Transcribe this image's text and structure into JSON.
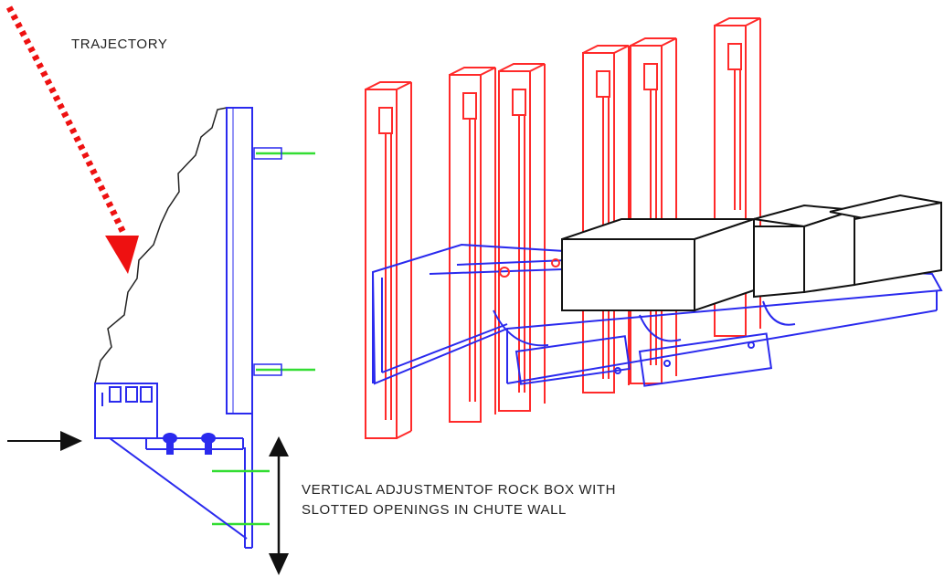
{
  "labels": {
    "trajectory": "TRAJECTORY",
    "adjustment_line1": "VERTICAL ADJUSTMENTOF ROCK BOX WITH",
    "adjustment_line2": "SLOTTED OPENINGS IN CHUTE WALL"
  },
  "colors": {
    "slot_plate": "#ff2a2a",
    "bracket": "#2a2aee",
    "rock_box": "#111111",
    "guide_line": "#33dd33",
    "trajectory_arrow": "#ee1111",
    "arrow": "#111111"
  }
}
